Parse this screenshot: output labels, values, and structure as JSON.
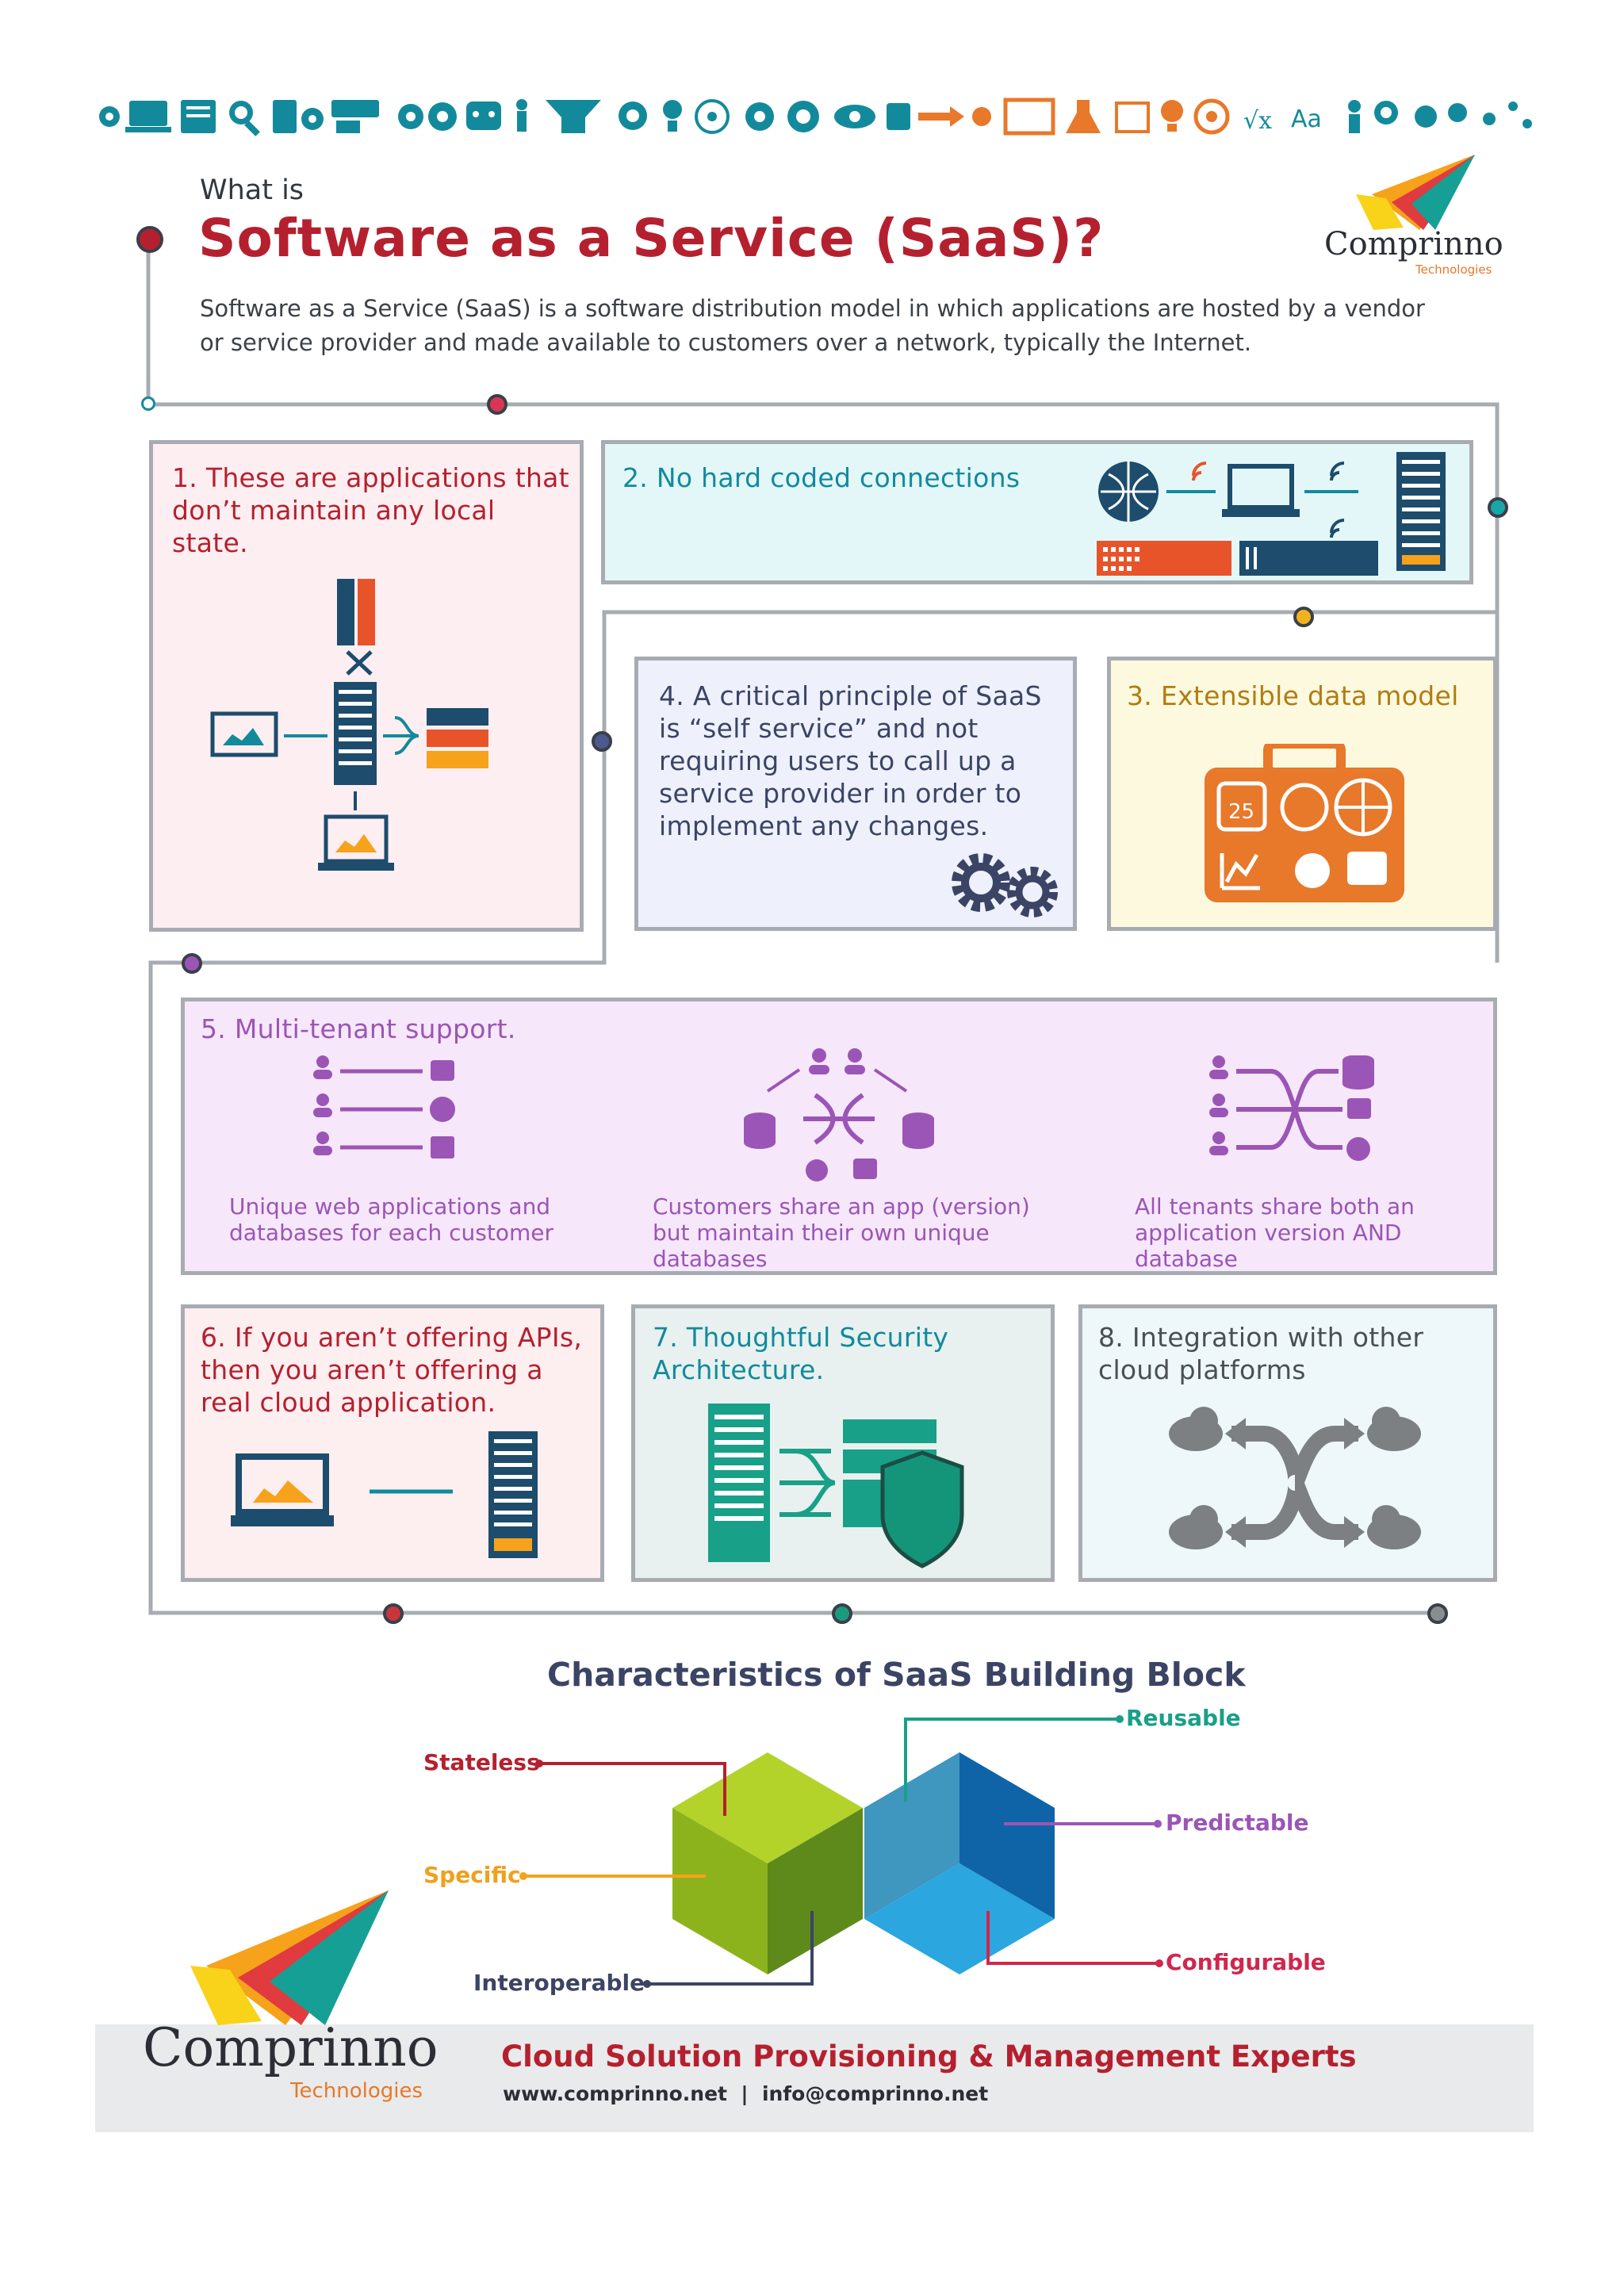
{
  "header": {
    "pre_title": "What is",
    "title": "Software as a Service (SaaS)?",
    "description_line1": "Software as a Service (SaaS) is a software distribution model in which applications are hosted by a vendor",
    "description_line2": "or service provider and made available to customers over a network, typically the Internet."
  },
  "brand": {
    "name": "Comprinno",
    "sub": "Technologies",
    "tagline": "Cloud Solution Provisioning & Management Experts",
    "contact": "www.comprinno.net  |  info@comprinno.net"
  },
  "colors": {
    "title_red": "#b5202f",
    "teal": "#128a9c",
    "navy": "#1d4c6d",
    "orange": "#e8782a",
    "purple": "#9b55b6",
    "gold": "#b07d12",
    "gray": "#7c8083"
  },
  "top_icons": [
    "gear-icon",
    "laptop-icon",
    "book-icon",
    "search-icon",
    "calculator-icon",
    "gear-icon",
    "list-icon",
    "arrow-icon",
    "gear-icon",
    "robot-icon",
    "person-icon",
    "trophy-icon",
    "globe-icon",
    "bulb-icon",
    "atom-icon",
    "gear-icon",
    "eye-icon",
    "puzzle-icon",
    "arrow-icon",
    "gear-icon",
    "frame-icon",
    "flask-icon",
    "cube-icon",
    "bulb-icon",
    "target-icon",
    "formula-icon",
    "text-icon",
    "person-icon",
    "search-icon",
    "puzzle-icon",
    "molecule-icon"
  ],
  "sections": {
    "s1": {
      "title": [
        "1. These are applications that",
        "don’t maintain any local",
        "state."
      ]
    },
    "s2": {
      "title": "2. No hard coded connections"
    },
    "s3": {
      "title": "3. Extensible data model"
    },
    "s4": {
      "title": [
        "4. A critical principle of SaaS",
        "is “self service” and not",
        "requiring users to call up a",
        "service provider in order to",
        "implement any changes."
      ]
    },
    "s5": {
      "title": "5. Multi-tenant support.",
      "captions": [
        [
          "Unique web applications and",
          "databases for each customer"
        ],
        [
          "Customers share an app (version)",
          "but maintain their own unique",
          "databases"
        ],
        [
          "All tenants share both an",
          "application version AND",
          "database"
        ]
      ]
    },
    "s6": {
      "title": [
        "6. If you aren’t offering APIs,",
        "then you aren’t offering a",
        "real cloud application."
      ]
    },
    "s7": {
      "title": [
        "7. Thoughtful Security",
        "Architecture."
      ]
    },
    "s8": {
      "title": [
        "8. Integration with other",
        "cloud platforms"
      ]
    }
  },
  "building_block": {
    "title": "Characteristics of SaaS Building Block",
    "labels": {
      "stateless": "Stateless",
      "specific": "Specific",
      "interoperable": "Interoperable",
      "reusable": "Reusable",
      "predictable": "Predictable",
      "configurable": "Configurable"
    }
  },
  "calendar_day": "25"
}
